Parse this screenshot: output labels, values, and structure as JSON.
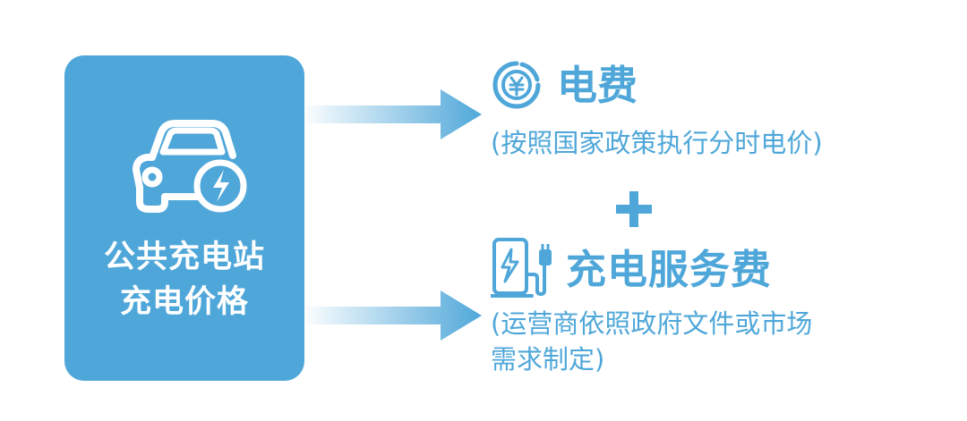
{
  "left_box": {
    "line1": "公共充电站",
    "line2": "充电价格",
    "icon": "car-charging-icon"
  },
  "fee": {
    "title": "电费",
    "icon": "yuan-coin-icon",
    "note": "(按照国家政策执行分时电价)"
  },
  "plus_sign": "plus-icon",
  "service_fee": {
    "title": "充电服务费",
    "icon": "charging-station-icon",
    "note_line1": "(运营商依照政府文件或市场",
    "note_line2": "需求制定)"
  },
  "colors": {
    "accent": "#4fa7d9",
    "text_on_accent": "#ffffff",
    "background": "#ffffff"
  }
}
